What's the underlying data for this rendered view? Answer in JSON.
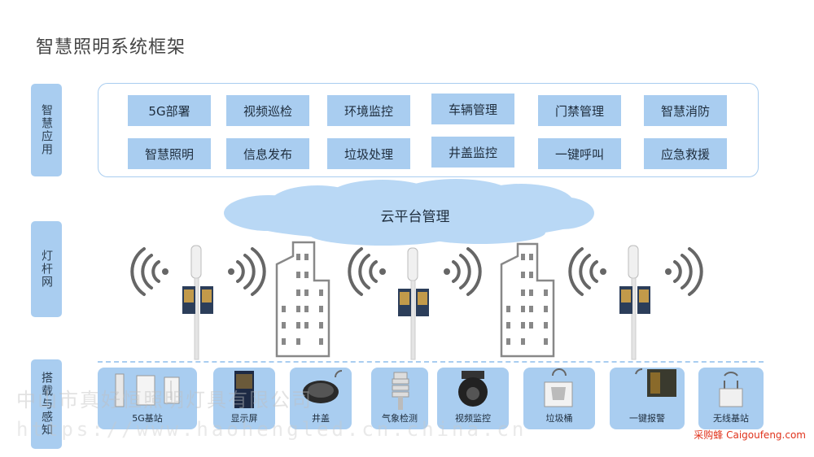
{
  "title": "智慧照明系统框架",
  "layers": {
    "app": "智慧应用",
    "pole": "灯杆网",
    "sense": "搭载与感知"
  },
  "applications": [
    "5G部署",
    "视频巡检",
    "环境监控",
    "车辆管理",
    "门禁管理",
    "智慧消防",
    "智慧照明",
    "信息发布",
    "垃圾处理",
    "井盖监控",
    "一键呼叫",
    "应急救援"
  ],
  "cloud": "云平台管理",
  "devices": [
    "5G基站",
    "显示屏",
    "井盖",
    "气象检测",
    "视频监控",
    "垃圾桶",
    "一键报警",
    "无线基站"
  ],
  "watermark": "中山市真好恒照明灯具有限公司",
  "watermark_url": "https://www.haohengled.cn.china.cn",
  "credit": "采购蜂 Caigoufeng.com",
  "colors": {
    "accent": "#a9cdf0",
    "cloud": "#b9d8f5",
    "building": "#888888",
    "signal": "#666666"
  }
}
